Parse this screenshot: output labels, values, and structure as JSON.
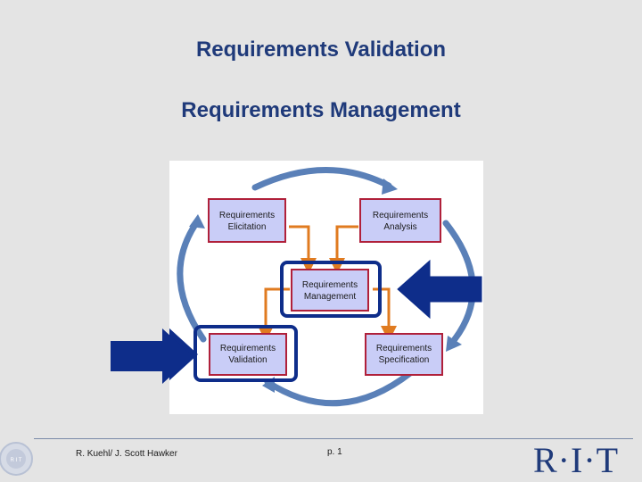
{
  "slide": {
    "title_line1": "Requirements Validation",
    "title_line2": "Requirements Management"
  },
  "diagram": {
    "boxes": {
      "elicitation": [
        "Requirements",
        "Elicitation"
      ],
      "analysis": [
        "Requirements",
        "Analysis"
      ],
      "management": [
        "Requirements",
        "Management"
      ],
      "validation": [
        "Requirements",
        "Validation"
      ],
      "specification": [
        "Requirements",
        "Specification"
      ]
    },
    "colors": {
      "box_fill": "#c9cdf7",
      "box_border": "#b0203a",
      "highlight_border": "#0e2d8a",
      "connector": "#e07b20",
      "cycle_arrow": "#5a80b8",
      "pointer_arrow": "#0e2d8a"
    }
  },
  "footer": {
    "author": "R. Kuehl/ J. Scott Hawker",
    "page": "p. 1",
    "logo": "R·I·T",
    "seal_text": "R I T"
  }
}
